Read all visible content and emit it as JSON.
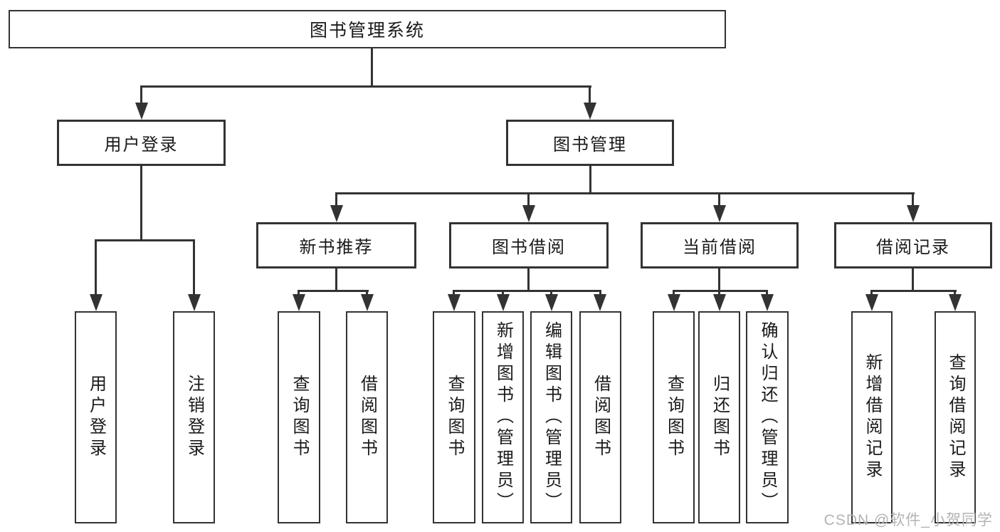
{
  "diagram": {
    "title": "图书管理系统",
    "level2": {
      "user_login": "用户登录",
      "book_manage": "图书管理"
    },
    "level3": {
      "new_book": "新书推荐",
      "book_borrow": "图书借阅",
      "current_borrow": "当前借阅",
      "borrow_record": "借阅记录"
    },
    "leaves": {
      "login": "用户登录",
      "logout": "注销登录",
      "nb_query": "查询图书",
      "nb_borrow": "借阅图书",
      "bb_query": "查询图书",
      "bb_add": "新增图书（管理员）",
      "bb_edit": "编辑图书（管理员）",
      "bb_borrow": "借阅图书",
      "cb_query": "查询图书",
      "cb_return": "归还图书",
      "cb_confirm": "确认归还（管理员）",
      "br_add": "新增借阅记录",
      "br_query": "查询借阅记录"
    }
  },
  "watermark": "CSDN @软件_小贺同学",
  "colors": {
    "line": "#333333",
    "text": "#1a1a1a",
    "watermark": "#b3b3b3",
    "background": "#ffffff"
  }
}
